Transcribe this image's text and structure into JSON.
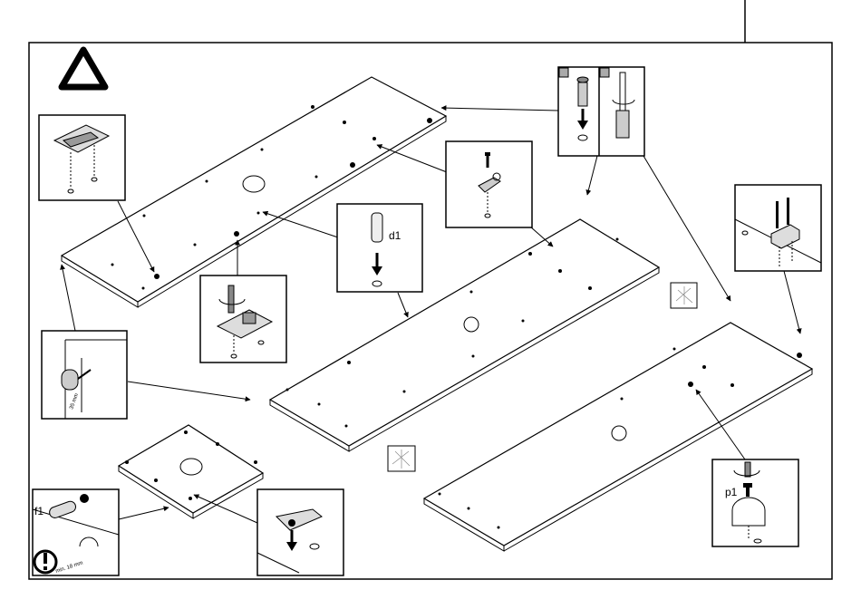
{
  "labels": {
    "dowel": "d1",
    "pin": "f1",
    "clip": "p1",
    "edge_distance": "35 mm",
    "depth": "min. 18 mm"
  },
  "symbols": {
    "caution": "warning-triangle-icon",
    "notice": "exclamation-circle-icon"
  }
}
